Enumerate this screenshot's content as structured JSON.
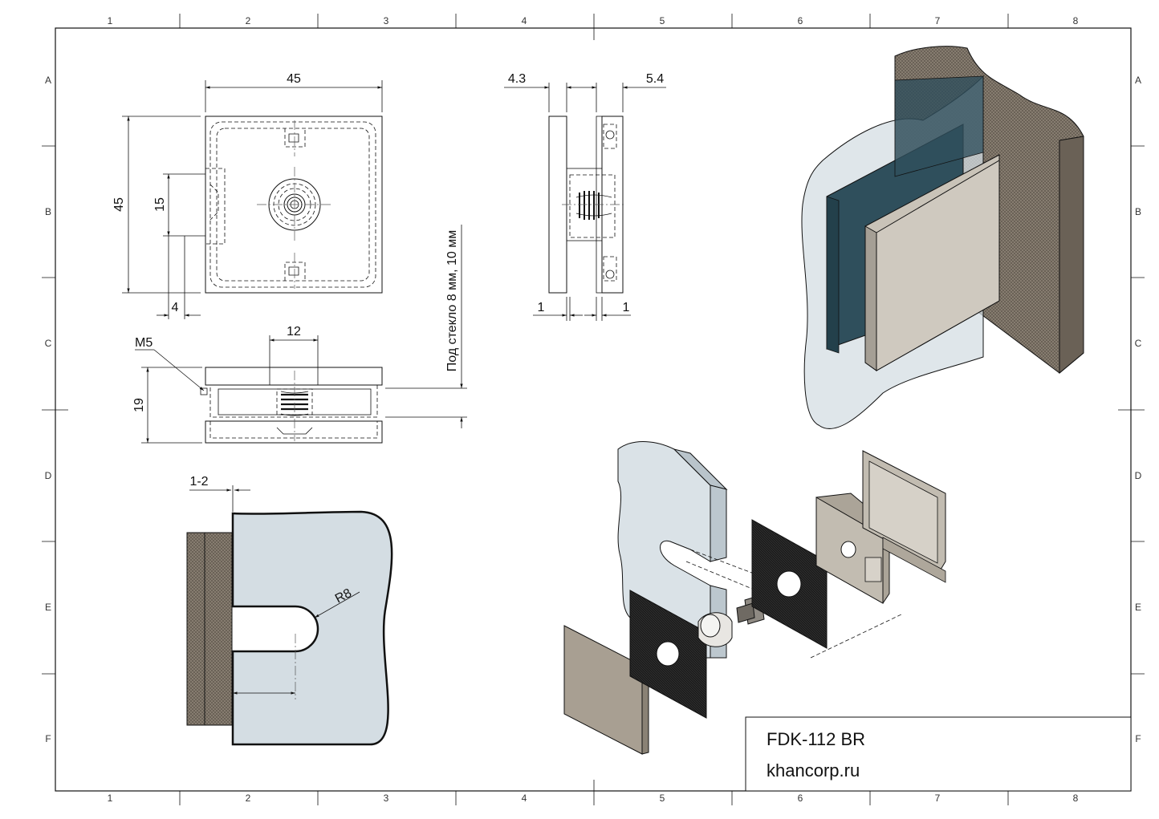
{
  "sheet": {
    "columns": [
      "1",
      "2",
      "3",
      "4",
      "5",
      "6",
      "7",
      "8"
    ],
    "rows": [
      "A",
      "B",
      "C",
      "D",
      "E",
      "F"
    ]
  },
  "dimensions": {
    "top_width": "45",
    "left_height": "45",
    "slot_height": "15",
    "slot_depth": "4",
    "side_left_gap": "4.3",
    "side_right_gap": "5.4",
    "side_left_step": "1",
    "side_right_step": "1",
    "thread_width": "12",
    "thread": "M5",
    "total_height": "19",
    "glass_note": "Под стекло 8 мм, 10 мм",
    "inset": "1-2",
    "radius": "R8"
  },
  "title_block": {
    "model": "FDK-112 BR",
    "site": "khancorp.ru"
  },
  "colors": {
    "glass": "#d4dde3",
    "wall": "#8c8275",
    "metal": "#c9c3b8",
    "gasket": "#1c1c1c",
    "tinted_glass": "#2f4f5c"
  }
}
